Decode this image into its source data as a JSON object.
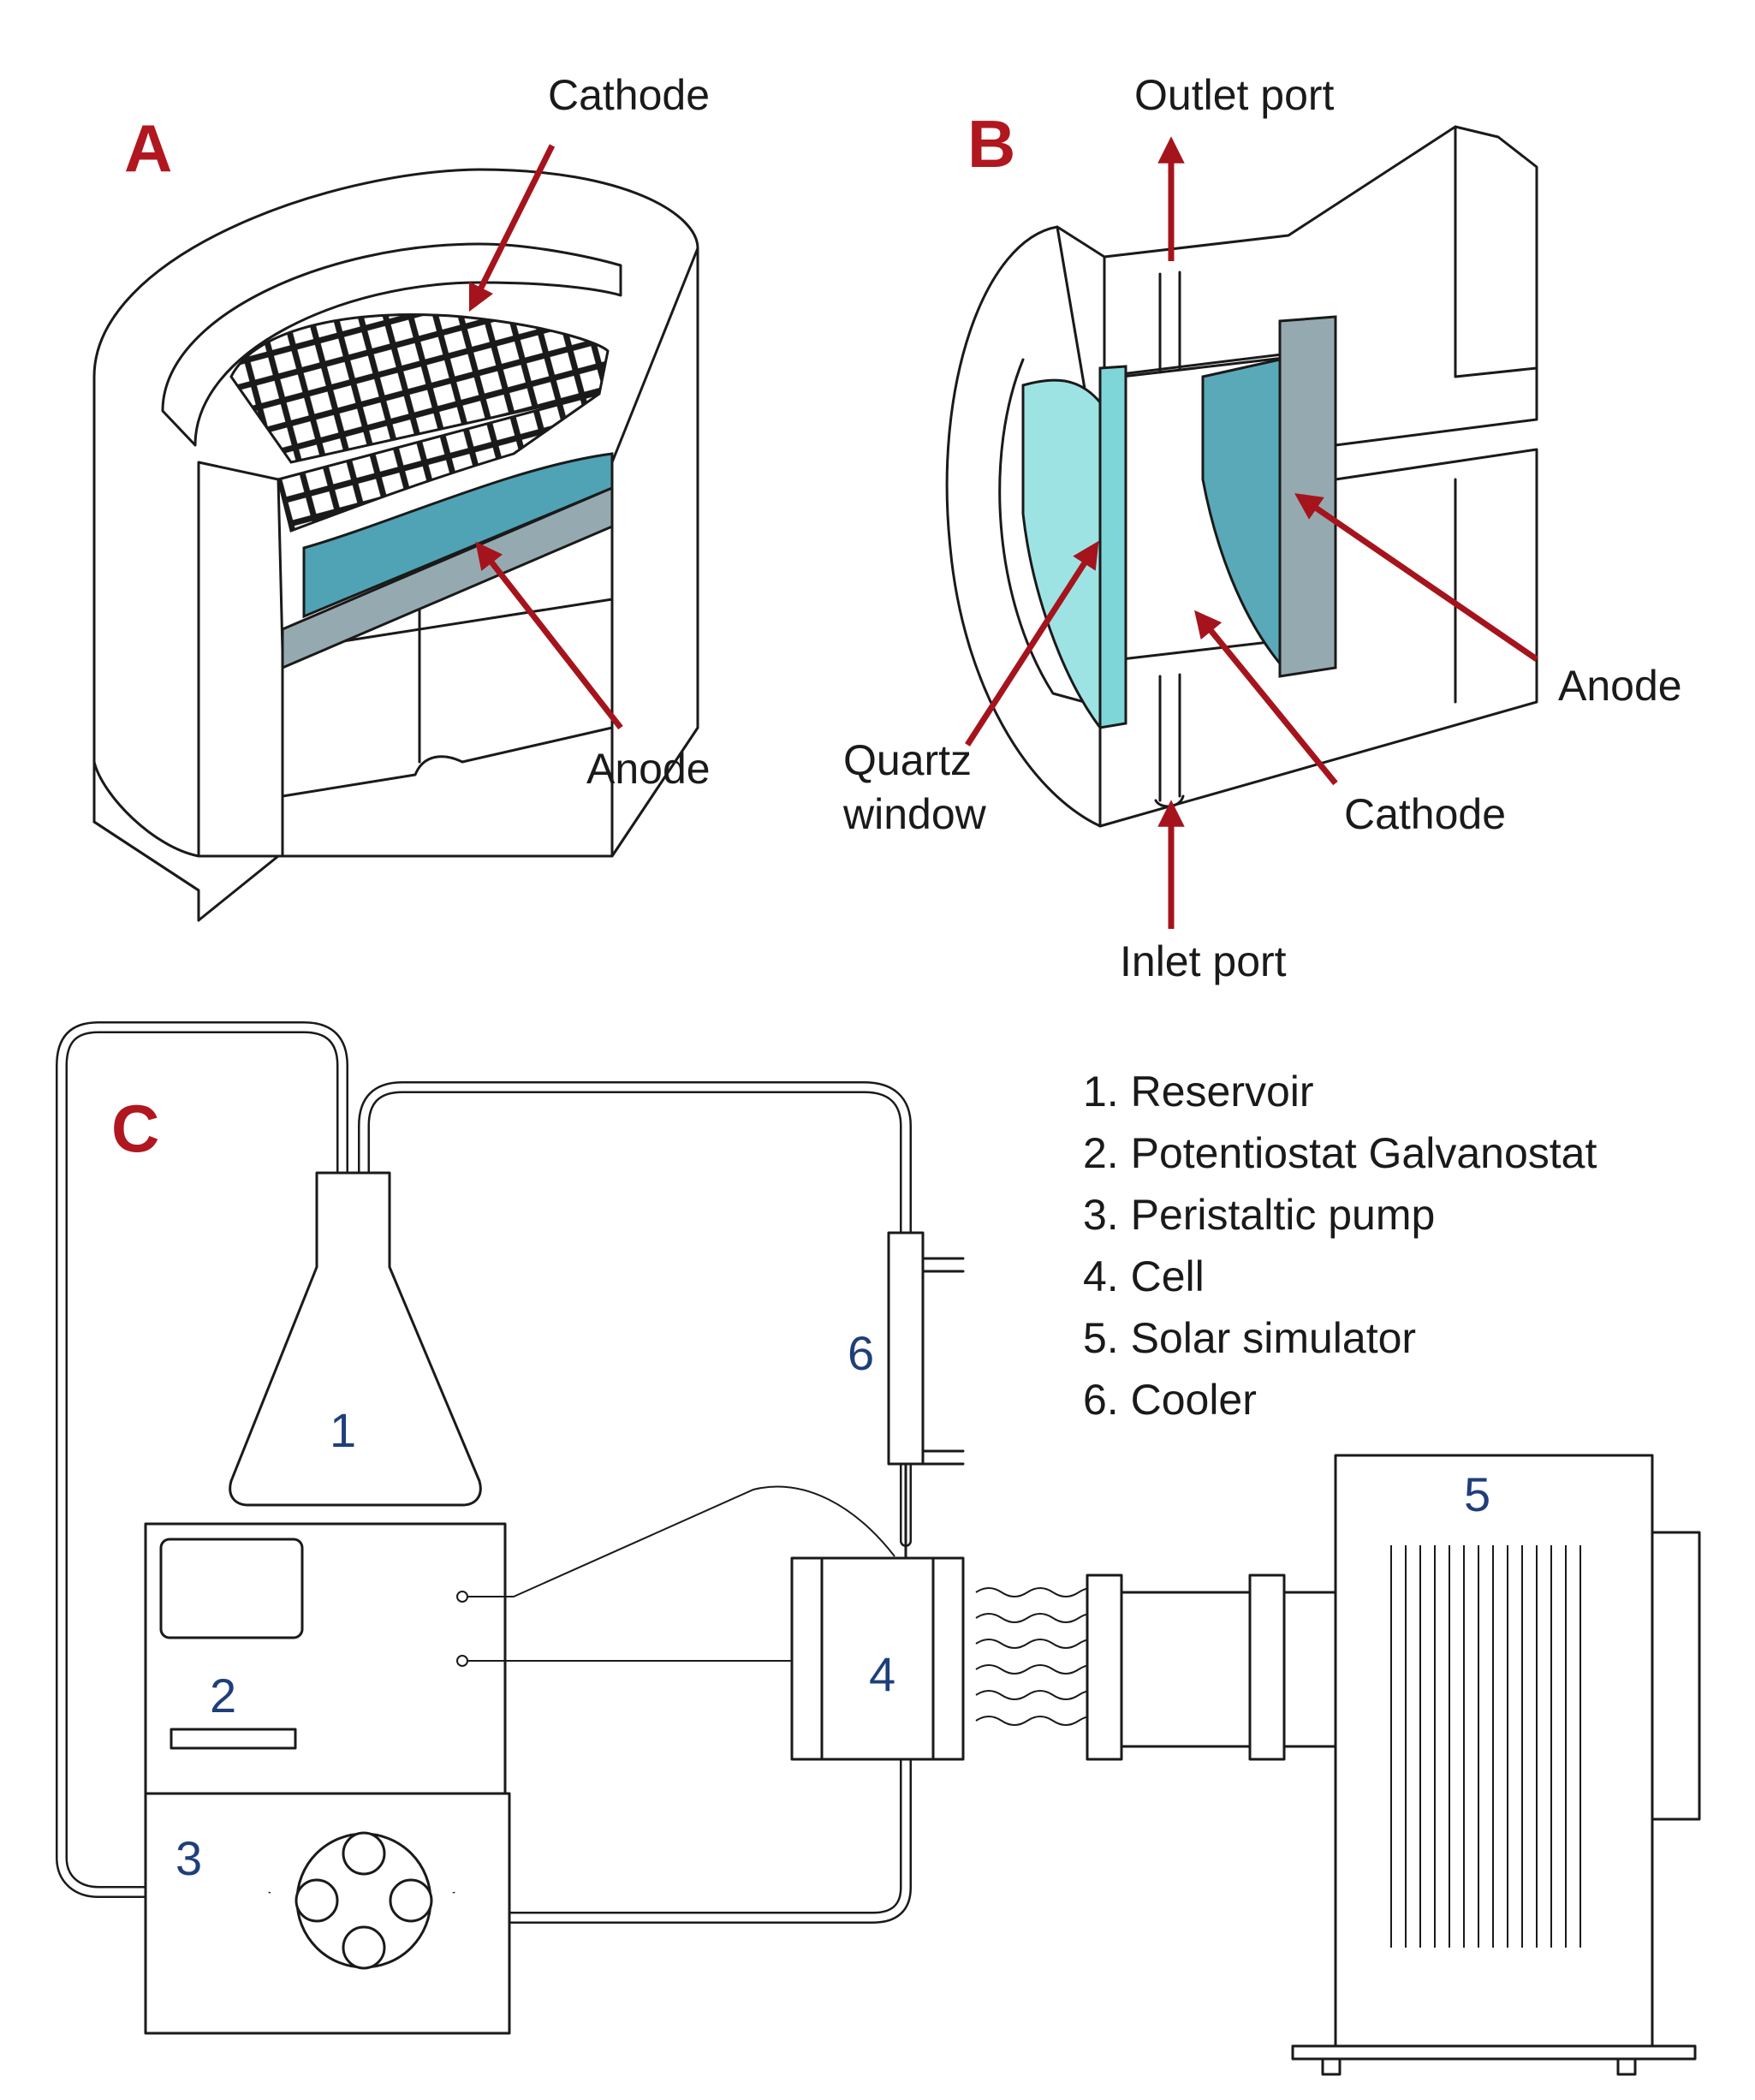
{
  "panels": {
    "a": {
      "letter": "A",
      "cathode_label": "Cathode",
      "anode_label": "Anode"
    },
    "b": {
      "letter": "B",
      "outlet_label": "Outlet port",
      "inlet_label": "Inlet port",
      "quartz_line1": "Quartz",
      "quartz_line2": "window",
      "cathode_label": "Cathode",
      "anode_label": "Anode"
    },
    "c": {
      "letter": "C",
      "numbers": {
        "reservoir": "1",
        "potentiostat": "2",
        "pump": "3",
        "cell": "4",
        "solar": "5",
        "cooler": "6"
      },
      "legend": [
        "1.  Reservoir",
        "2.  Potentiostat Galvanostat",
        "3.  Peristaltic pump",
        "4.  Cell",
        "5.  Solar simulator",
        "6.  Cooler"
      ]
    }
  },
  "colors": {
    "label_red": "#b0171f",
    "arrow_red": "#a5141c",
    "number_blue": "#1f3f7a",
    "anode_teal": "#4fa3b5",
    "anode_plate_gray": "#95aab0",
    "quartz_cyan": "#9ee3e4",
    "cathode_teal": "#5aa9b8"
  }
}
